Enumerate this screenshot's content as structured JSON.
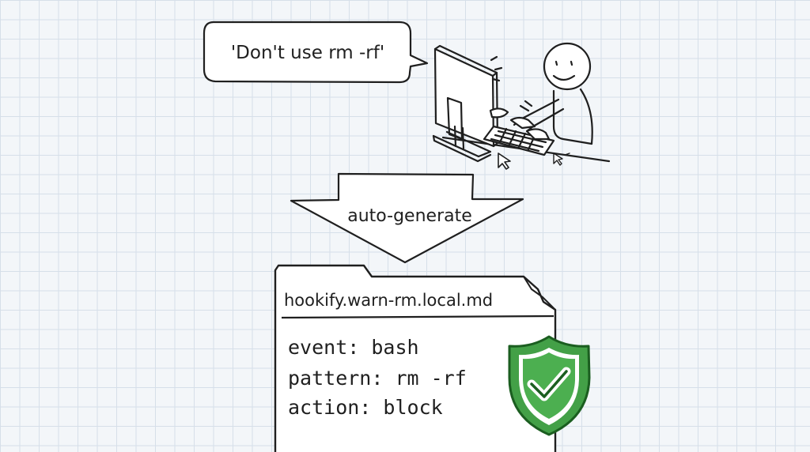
{
  "speech_bubble": {
    "text": "'Don't use rm -rf'"
  },
  "arrow": {
    "label": "auto-generate"
  },
  "file": {
    "filename": "hookify.warn-rm.local.md",
    "lines": [
      "event: bash",
      "pattern: rm -rf",
      "action: block"
    ]
  },
  "colors": {
    "shield_fill": "#43a047",
    "shield_stroke": "#1b5e20",
    "ink": "#1f1f1f"
  }
}
